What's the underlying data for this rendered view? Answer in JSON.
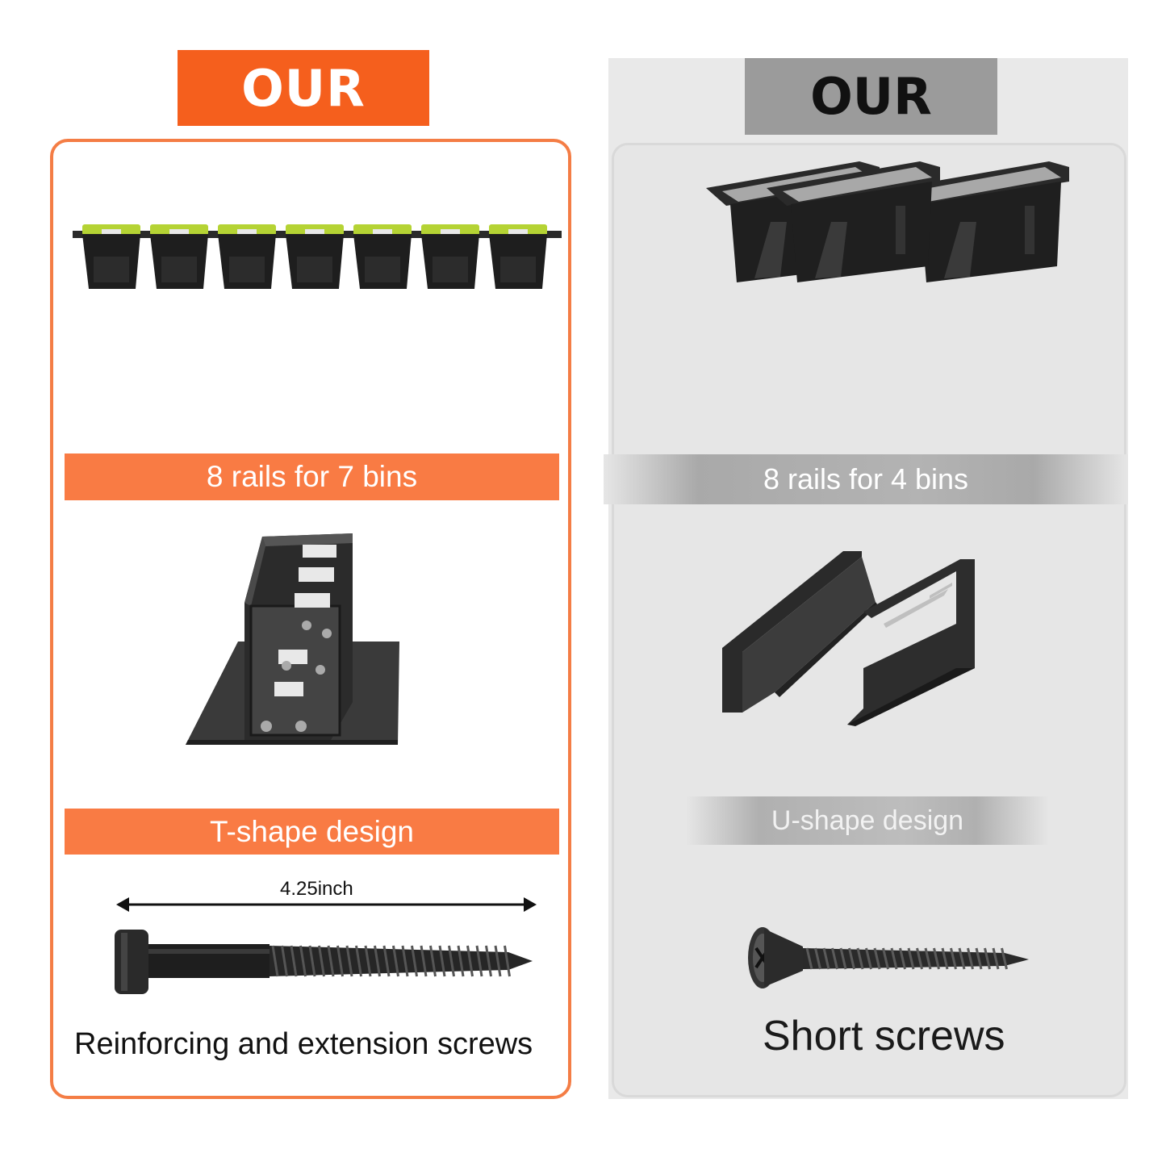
{
  "left": {
    "header": "OUR",
    "bins_label": "8 rails for 7 bins",
    "shape_label": "T-shape design",
    "dimension_label": "4.25inch",
    "screw_caption": "Reinforcing and extension screws",
    "bins_count": 7,
    "accent_color": "#f55f1d"
  },
  "right": {
    "header": "OUR",
    "bins_label": "8 rails for 4 bins",
    "shape_label": "U-shape design",
    "screw_caption": "Short screws",
    "bins_count": 3,
    "accent_color": "#9b9b9b"
  },
  "icons": [
    "storage-bin-icon",
    "t-rail-icon",
    "u-rail-icon",
    "lag-screw-icon",
    "wood-screw-icon"
  ]
}
